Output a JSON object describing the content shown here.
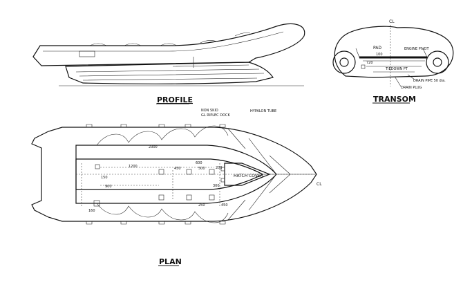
{
  "titles": {
    "profile": "PROFILE",
    "transom": "TRANSOM",
    "plan": "PLAN"
  },
  "transom_labels": {
    "cl": "CL",
    "pad": "PAD",
    "engine_pivot": "ENGINE PIVOT",
    "dim_100": "100",
    "dim_720": "720",
    "tiedown": "TIEDOWN PT",
    "drain_pipe": "DRAIN PIPE 50 dia.",
    "drain_plug": "DRAIN PLUG"
  },
  "plan_labels": {
    "non_skid": "NON SKID",
    "glrt": "GL RIPLEC DOCK",
    "hypalon": "HYPALON TUBE",
    "hatch_cover": "HATCH COVER",
    "cl": "CL",
    "dim_2300": "2300",
    "dim_1200": "1200",
    "dim_900": "900",
    "dim_450": "450",
    "dim_500": "500",
    "dim_600": "600",
    "dim_150": "150",
    "dim_300": "300",
    "dim_200": "200",
    "dim_160": "160",
    "dim_250": "250",
    "dim_450b": "450"
  }
}
